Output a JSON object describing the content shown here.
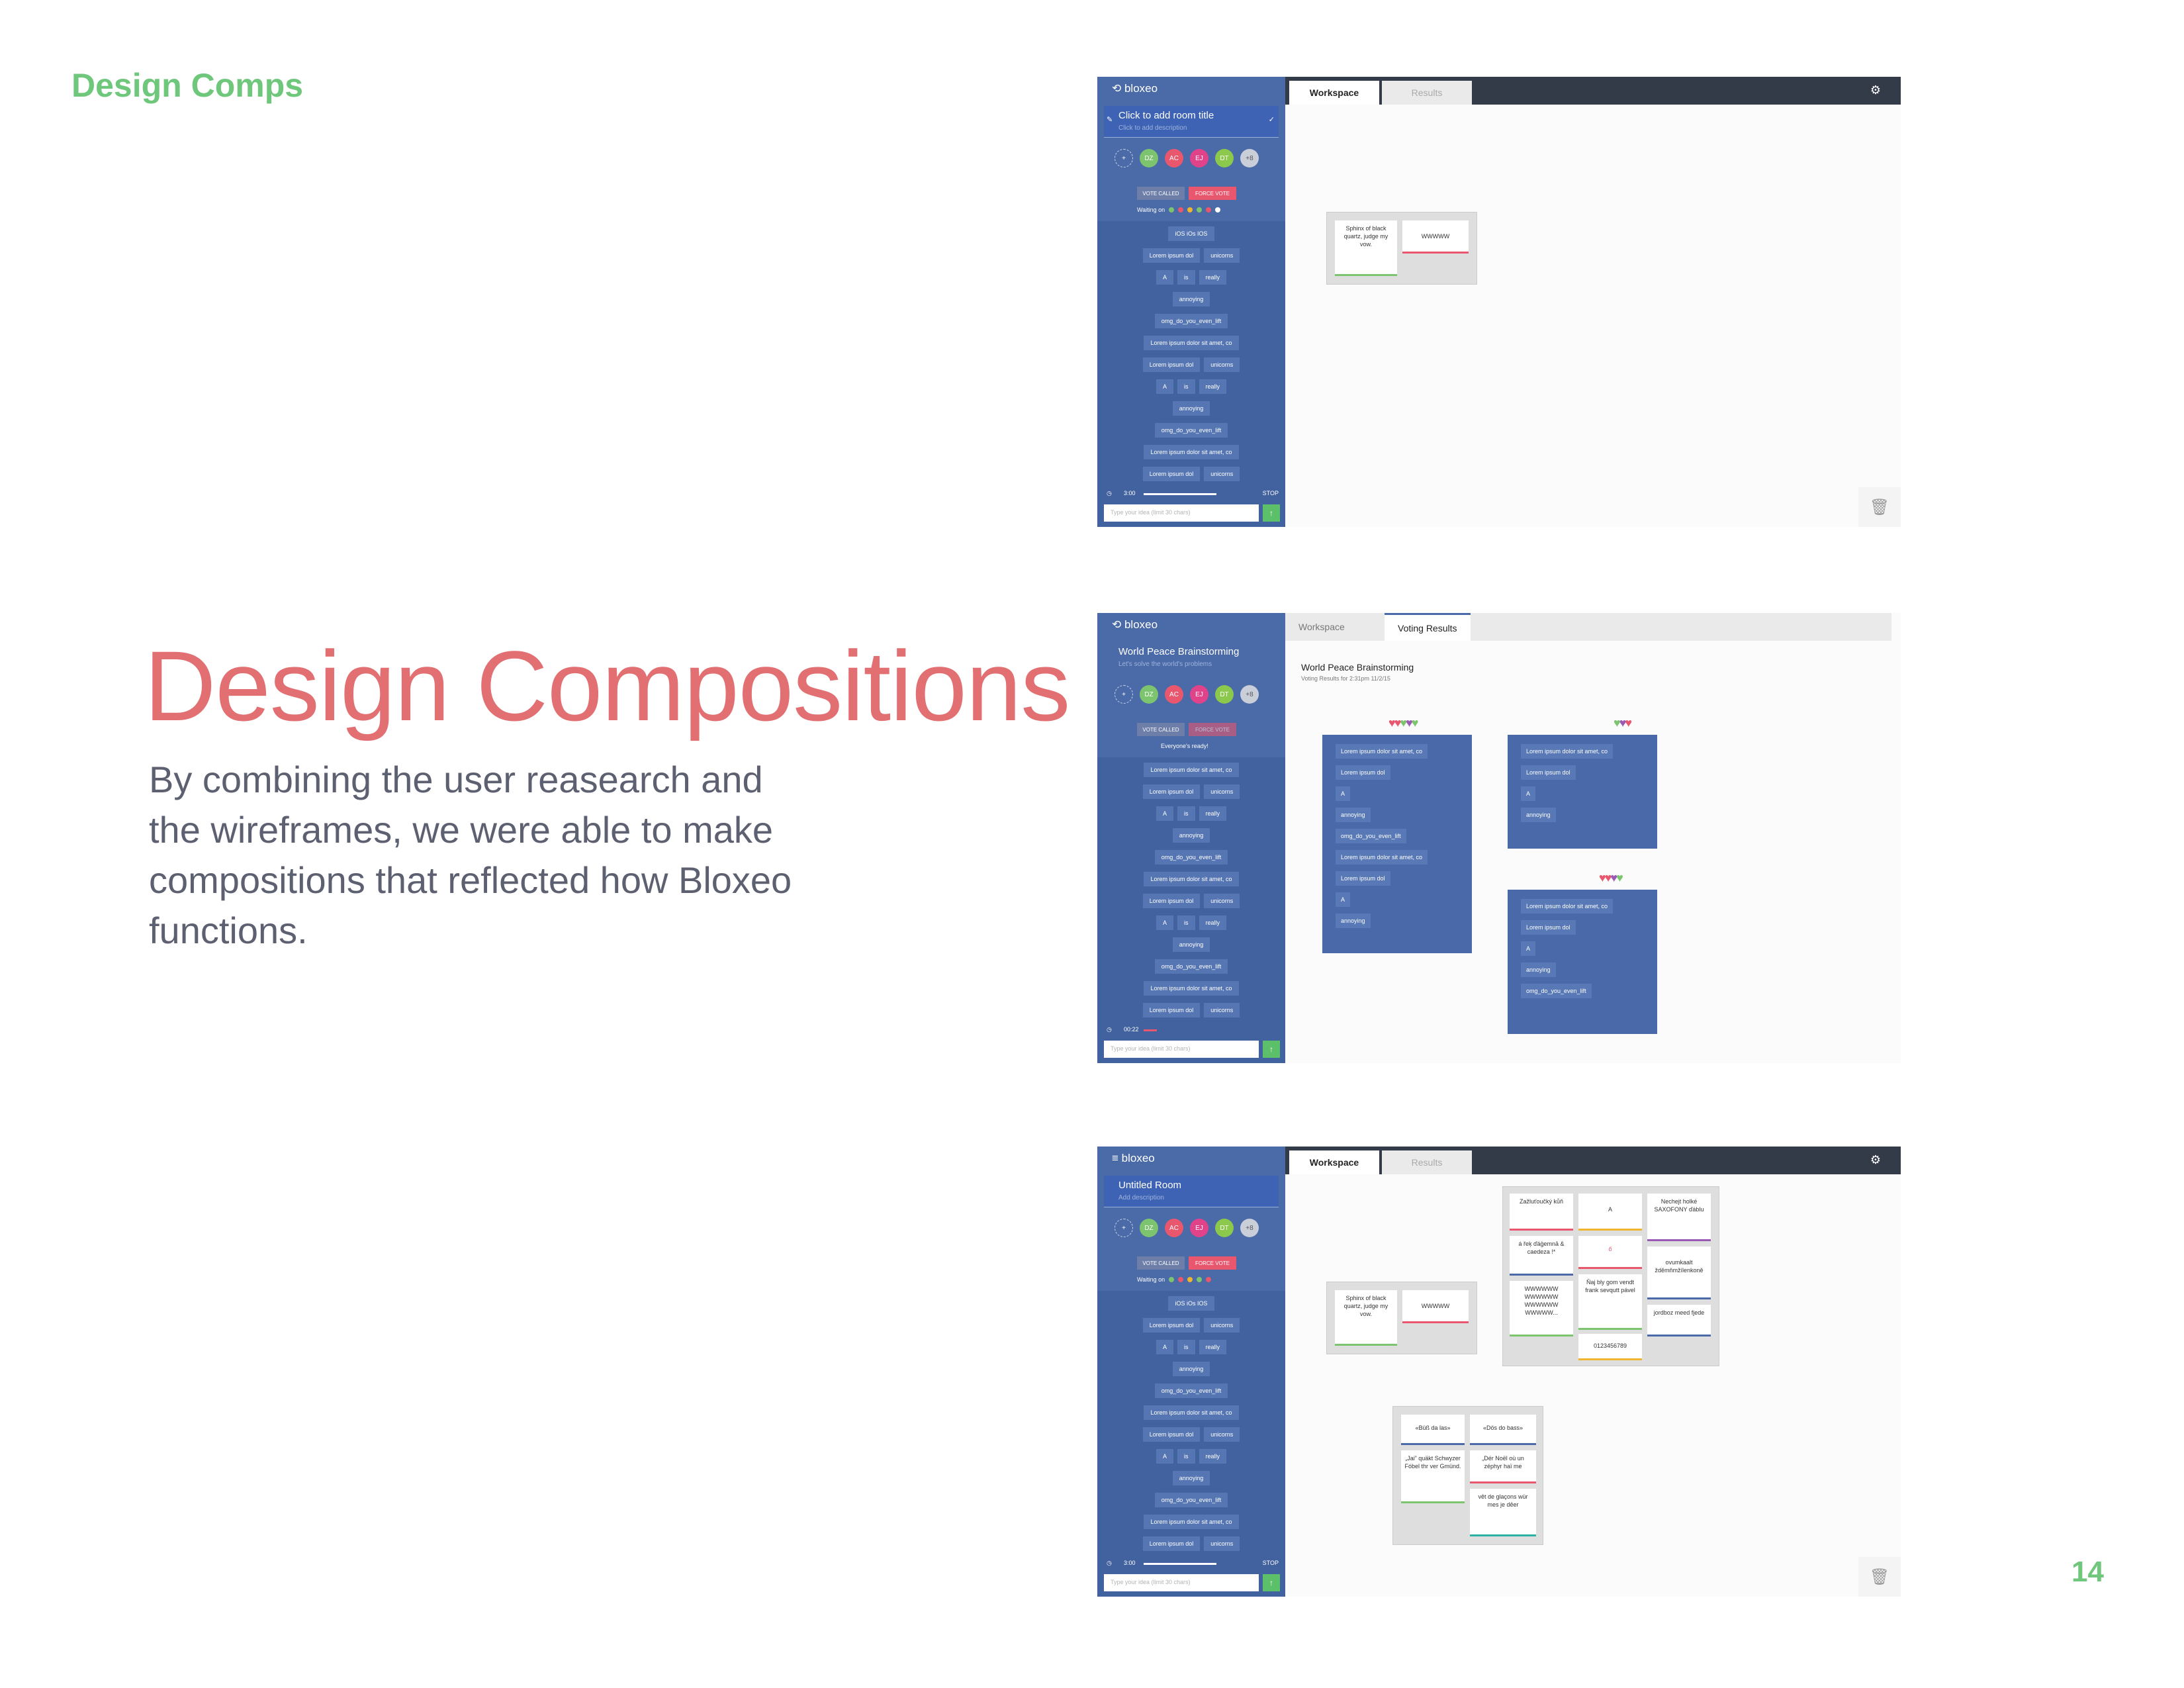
{
  "section_title": "Design Comps",
  "heading": "Design Compositions",
  "description": "By combining the user reasearch and the wireframes, we were able to make compositions that reflected how Bloxeo functions.",
  "page_number": "14",
  "app": {
    "logo": "bloxeo",
    "tabs": {
      "workspace": "Workspace",
      "results": "Results",
      "voting_results": "Voting Results"
    },
    "avatars": [
      "DZ",
      "AC",
      "EJ",
      "DT",
      "+8"
    ],
    "buttons": {
      "vote": "VOTE CALLED",
      "force": "FORCE VOTE"
    },
    "waiting": "Waiting on",
    "stop": "STOP",
    "send_icon": "arrow-up-icon",
    "trash_icon": "trash-icon",
    "gear_icon": "gear-icon"
  },
  "comp1": {
    "room_title": "Click to add room title",
    "room_desc": "Click to add description",
    "timer": "3:00",
    "input_placeholder": "Type your idea (limit 30 chars)",
    "ideas": [
      [
        "iOS iOs IOS"
      ],
      [
        "Lorem ipsum dol",
        "unicorns"
      ],
      [
        "A",
        "is",
        "really"
      ],
      [
        "annoying"
      ],
      [
        "omg_do_you_even_lift"
      ],
      [
        "Lorem ipsum dolor sit amet, co"
      ],
      [
        "Lorem ipsum dol",
        "unicorns"
      ],
      [
        "A",
        "is",
        "really"
      ],
      [
        "annoying"
      ],
      [
        "omg_do_you_even_lift"
      ],
      [
        "Lorem ipsum dolor sit amet, co"
      ],
      [
        "Lorem ipsum dol",
        "unicorns"
      ]
    ],
    "cards": [
      "Sphinx of black quartz, judge my vow.",
      "WWWWW"
    ]
  },
  "comp2": {
    "room_title": "World Peace Brainstorming",
    "room_desc": "Let's solve the world's problems",
    "everyone_ready": "Everyone's ready!",
    "timer": "00:22",
    "input_placeholder": "Type your idea (limit 30 chars)",
    "ideas": [
      [
        "Lorem ipsum dolor sit amet, co"
      ],
      [
        "Lorem ipsum dol",
        "unicorns"
      ],
      [
        "A",
        "is",
        "really"
      ],
      [
        "annoying"
      ],
      [
        "omg_do_you_even_lift"
      ],
      [
        "Lorem ipsum dolor sit amet, co"
      ],
      [
        "Lorem ipsum dol",
        "unicorns"
      ],
      [
        "A",
        "is",
        "really"
      ],
      [
        "annoying"
      ],
      [
        "omg_do_you_even_lift"
      ],
      [
        "Lorem ipsum dolor sit amet, co"
      ],
      [
        "Lorem ipsum dol",
        "unicorns"
      ]
    ],
    "results_title": "World Peace Brainstorming",
    "results_sub": "Voting Results for 2:31pm 11/2/15",
    "groups": [
      {
        "hearts": [
          "#e8576e",
          "#e8576e",
          "#7cc46e",
          "#9b59b6",
          "#7cc46e"
        ],
        "items": [
          "Lorem ipsum dolor sit amet, co",
          "Lorem ipsum dol",
          "A",
          "annoying",
          "omg_do_you_even_lift",
          "Lorem ipsum dolor sit amet, co",
          "Lorem ipsum dol",
          "A",
          "annoying"
        ]
      },
      {
        "hearts": [
          "#7cc46e",
          "#9b59b6",
          "#e8576e"
        ],
        "items": [
          "Lorem ipsum dolor sit amet, co",
          "Lorem ipsum dol",
          "A",
          "annoying"
        ]
      },
      {
        "hearts": [
          "#e8576e",
          "#e8576e",
          "#9b59b6",
          "#7cc46e"
        ],
        "items": [
          "Lorem ipsum dolor sit amet, co",
          "Lorem ipsum dol",
          "A",
          "annoying",
          "omg_do_you_even_lift"
        ]
      }
    ]
  },
  "comp3": {
    "room_title": "Untitled Room",
    "room_desc": "Add description",
    "timer": "3:00",
    "input_placeholder": "Type your idea (limit 30 chars)",
    "ideas": [
      [
        "iOS iOs IOS"
      ],
      [
        "Lorem ipsum dol",
        "unicorns"
      ],
      [
        "A",
        "is",
        "really"
      ],
      [
        "annoying"
      ],
      [
        "omg_do_you_even_lift"
      ],
      [
        "Lorem ipsum dolor sit amet, co"
      ],
      [
        "Lorem ipsum dol",
        "unicorns"
      ],
      [
        "A",
        "is",
        "really"
      ],
      [
        "annoying"
      ],
      [
        "omg_do_you_even_lift"
      ],
      [
        "Lorem ipsum dolor sit amet, co"
      ],
      [
        "Lorem ipsum dol",
        "unicorns"
      ]
    ],
    "cards_a": [
      "Sphinx of black quartz, judge my vow.",
      "WWWWW"
    ],
    "cards_b": [
      "Zažluťoučký kůň",
      "A",
      "Nechejt holké SAXOFONY ďáblu",
      "á řeķ ďáģemnā & caedeza !*",
      "ő",
      "ovumkaalt žděmňmžílenkoně",
      "WWWWWW WWWWWW WWWWWW WWWWW...",
      "Ňaj bly gom vendt frank sevqutt pável",
      "jordboz meed fjede",
      "0123456789"
    ],
    "cards_c": [
      "«Büß da las»",
      "«Dös do bass»",
      "„Jai” quäkt Schwyzer Fóbel thr ver Gmünd.",
      "„Dér Noël où un zéphyr haï me",
      "vêt de glaçons wür mes je dêer"
    ]
  }
}
